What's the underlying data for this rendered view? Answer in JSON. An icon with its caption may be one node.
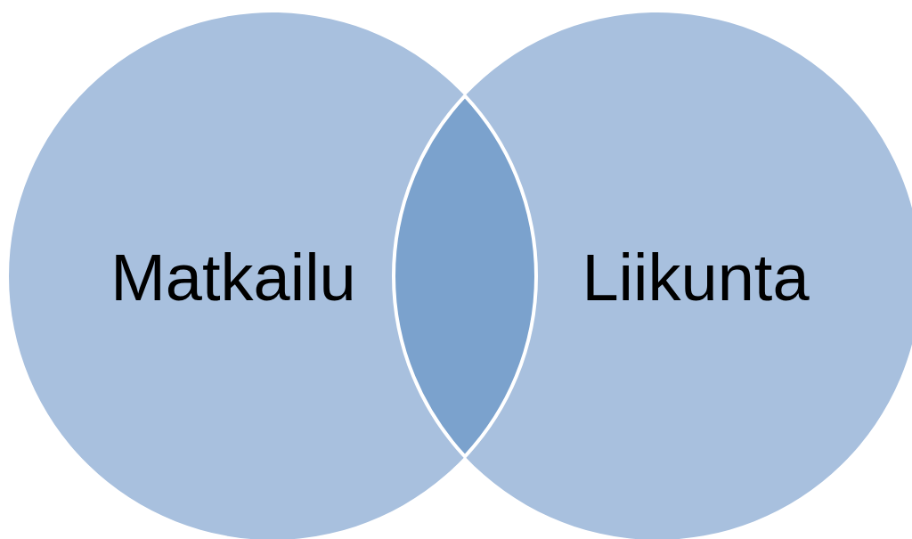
{
  "diagram": {
    "nodes": [
      {
        "text": [
          "Matkailu"
        ]
      },
      {
        "text": [
          "Liikunta"
        ]
      },
      {
        "text": [],
        "shape": "lens"
      }
    ]
  }
}
